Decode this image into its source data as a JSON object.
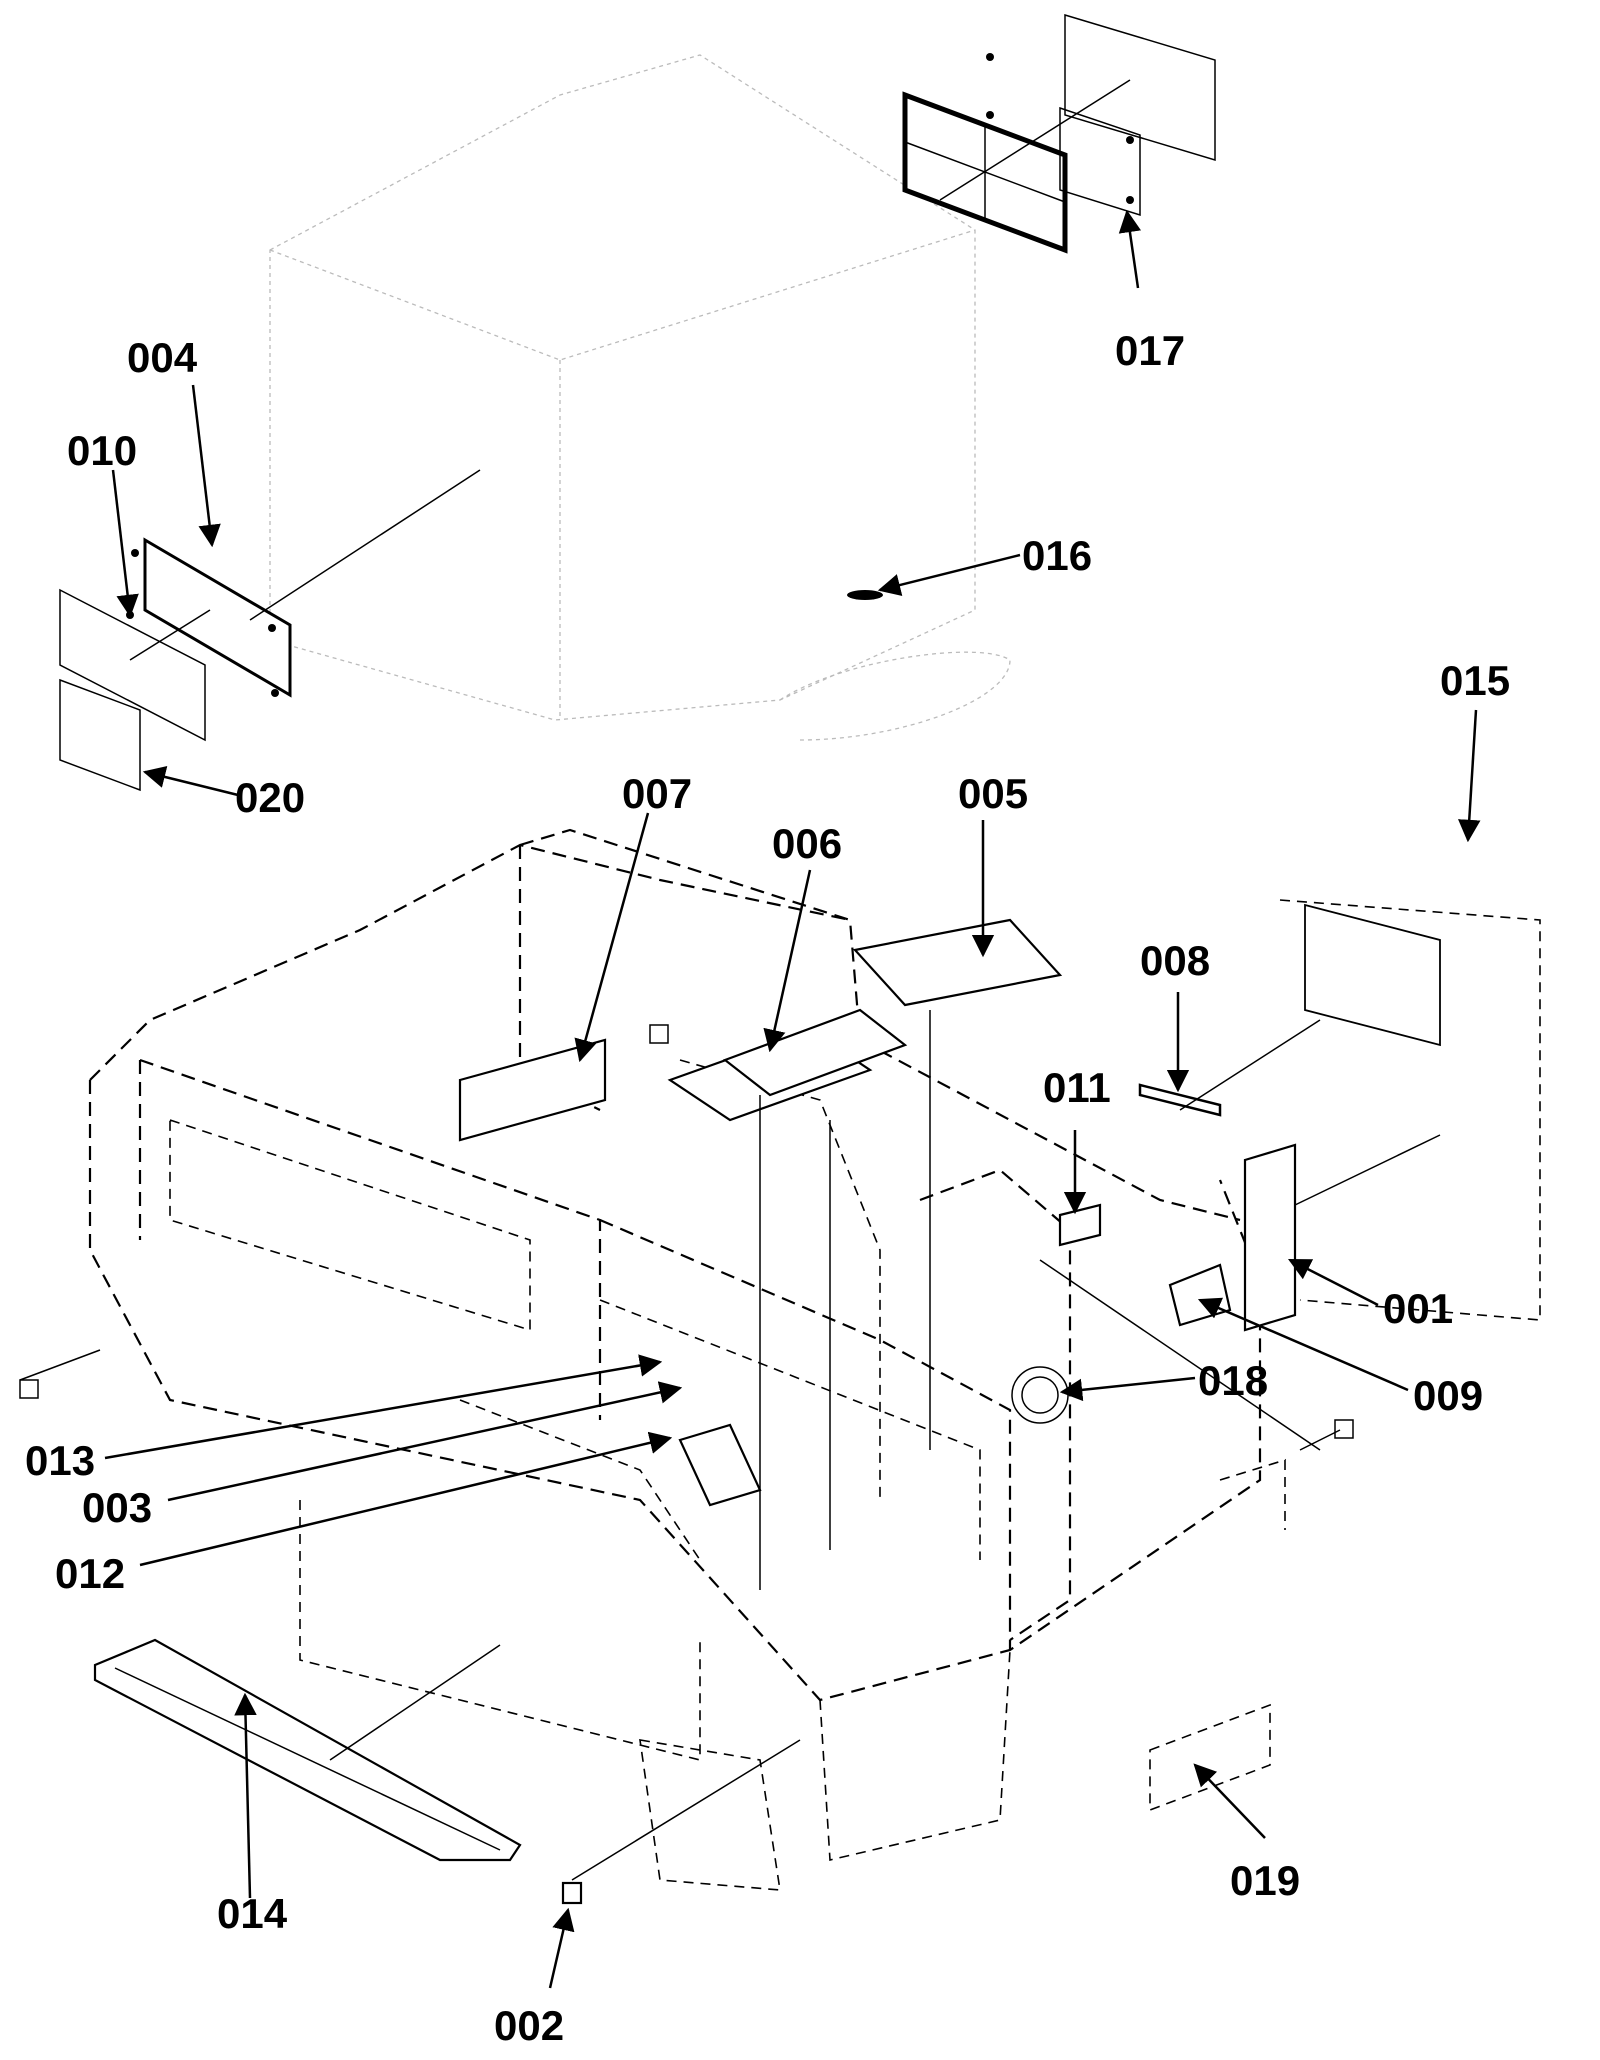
{
  "diagram": {
    "callouts": {
      "c001": "001",
      "c002": "002",
      "c003": "003",
      "c004": "004",
      "c005": "005",
      "c006": "006",
      "c007": "007",
      "c008": "008",
      "c009": "009",
      "c010": "010",
      "c011": "011",
      "c012": "012",
      "c013": "013",
      "c014": "014",
      "c015": "015",
      "c016": "016",
      "c017": "017",
      "c018": "018",
      "c019": "019",
      "c020": "020"
    }
  }
}
